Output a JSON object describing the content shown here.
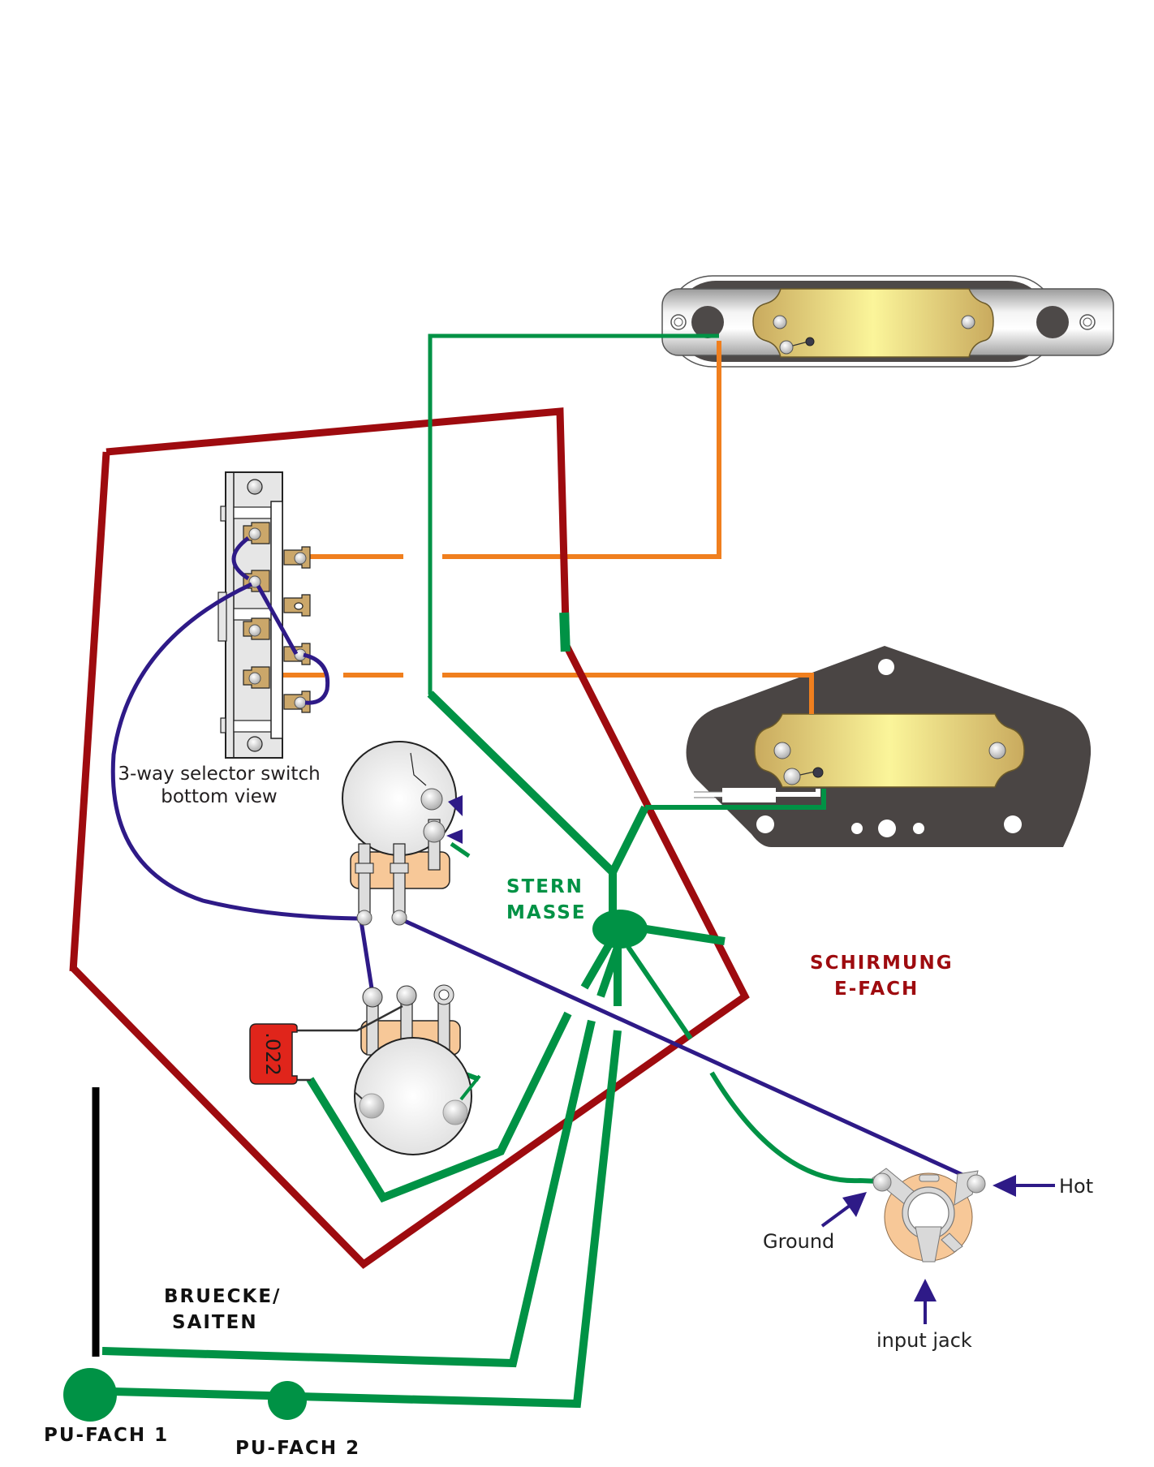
{
  "diagram": {
    "title": "Telecaster wiring diagram with star ground",
    "colors": {
      "ground_wire": "#009245",
      "shield_wire": "#9e0b0f",
      "hot_wire": "#2e1a87",
      "pickup_hot_wire": "#f07f1e",
      "bridge_wire": "#000000",
      "pickup_plate": "#4a4544",
      "pickup_bobbin": "#e8d686",
      "pot_body": "#e6e6e6",
      "pot_base": "#f7c898",
      "capacitor": "#e0251b",
      "jack_base": "#f7c898",
      "label_green": "#009245",
      "label_red": "#9e0b0f",
      "label_dark": "#231f20"
    },
    "components": {
      "neck_pickup": "neck-pickup",
      "bridge_pickup": "bridge-pickup",
      "selector_switch": "3-way-selector-switch",
      "volume_pot": "volume-pot",
      "tone_pot": "tone-pot",
      "capacitor": "tone-capacitor",
      "output_jack": "output-jack",
      "star_ground": "star-ground-node"
    },
    "labels": {
      "switch_caption_line1": "3-way selector switch",
      "switch_caption_line2": "bottom view",
      "star_ground_line1": "STERN",
      "star_ground_line2": "MASSE",
      "shield_line1": "SCHIRMUNG",
      "shield_line2": "E-FACH",
      "bridge_line1": "BRUECKE/",
      "bridge_line2": "SAITEN",
      "pu_cavity_1": "PU-FACH 1",
      "pu_cavity_2": "PU-FACH 2",
      "capacitor_value": ".022",
      "jack_hot": "Hot",
      "jack_ground": "Ground",
      "jack_caption": "input jack"
    }
  }
}
